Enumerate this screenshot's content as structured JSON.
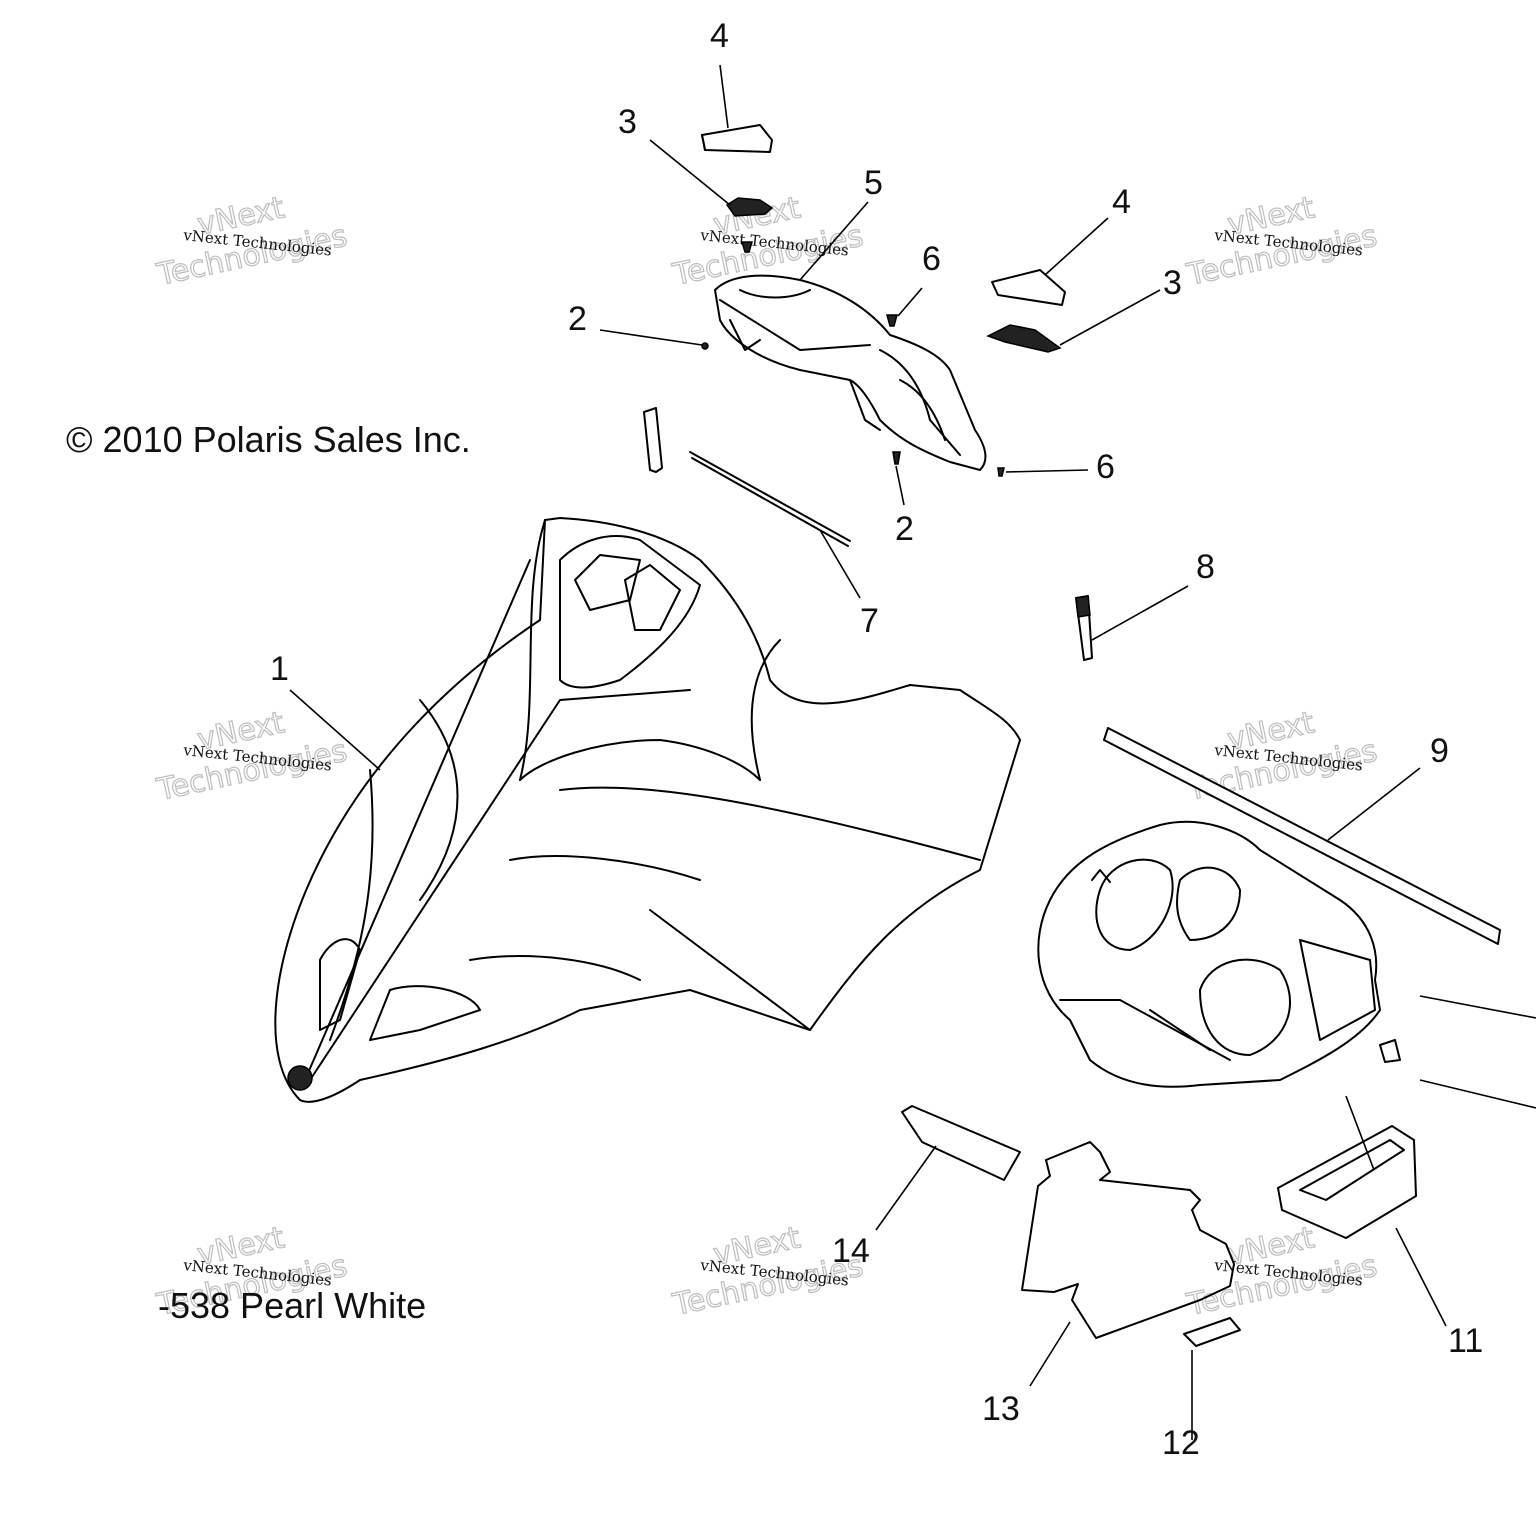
{
  "copyright": "© 2010 Polaris Sales Inc.",
  "color_note": "-538 Pearl White",
  "watermark": {
    "line1": "vNext Technologies",
    "line2": "vNext",
    "line3": "Technologies"
  },
  "callouts": [
    {
      "id": "c1",
      "label": "1"
    },
    {
      "id": "c2a",
      "label": "2"
    },
    {
      "id": "c2b",
      "label": "2"
    },
    {
      "id": "c3a",
      "label": "3"
    },
    {
      "id": "c3b",
      "label": "3"
    },
    {
      "id": "c4a",
      "label": "4"
    },
    {
      "id": "c4b",
      "label": "4"
    },
    {
      "id": "c5",
      "label": "5"
    },
    {
      "id": "c6a",
      "label": "6"
    },
    {
      "id": "c6b",
      "label": "6"
    },
    {
      "id": "c7",
      "label": "7"
    },
    {
      "id": "c8",
      "label": "8"
    },
    {
      "id": "c9",
      "label": "9"
    },
    {
      "id": "c11",
      "label": "11"
    },
    {
      "id": "c12",
      "label": "12"
    },
    {
      "id": "c13",
      "label": "13"
    },
    {
      "id": "c14",
      "label": "14"
    }
  ]
}
